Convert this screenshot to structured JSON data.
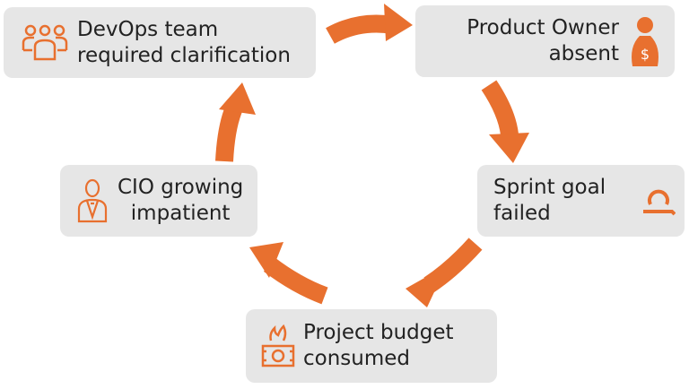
{
  "accent_color": "#e8702f",
  "box_color": "#e6e6e6",
  "steps": [
    {
      "line1": "DevOps team",
      "line2": "required clarification",
      "icon": "team-icon"
    },
    {
      "line1": "Product Owner",
      "line2": "absent",
      "icon": "person-money-icon"
    },
    {
      "line1": "Sprint goal",
      "line2": "failed",
      "icon": "cycle-icon"
    },
    {
      "line1": "Project budget",
      "line2": "consumed",
      "icon": "burning-money-icon"
    },
    {
      "line1": "CIO growing",
      "line2": "impatient",
      "icon": "executive-icon"
    }
  ]
}
